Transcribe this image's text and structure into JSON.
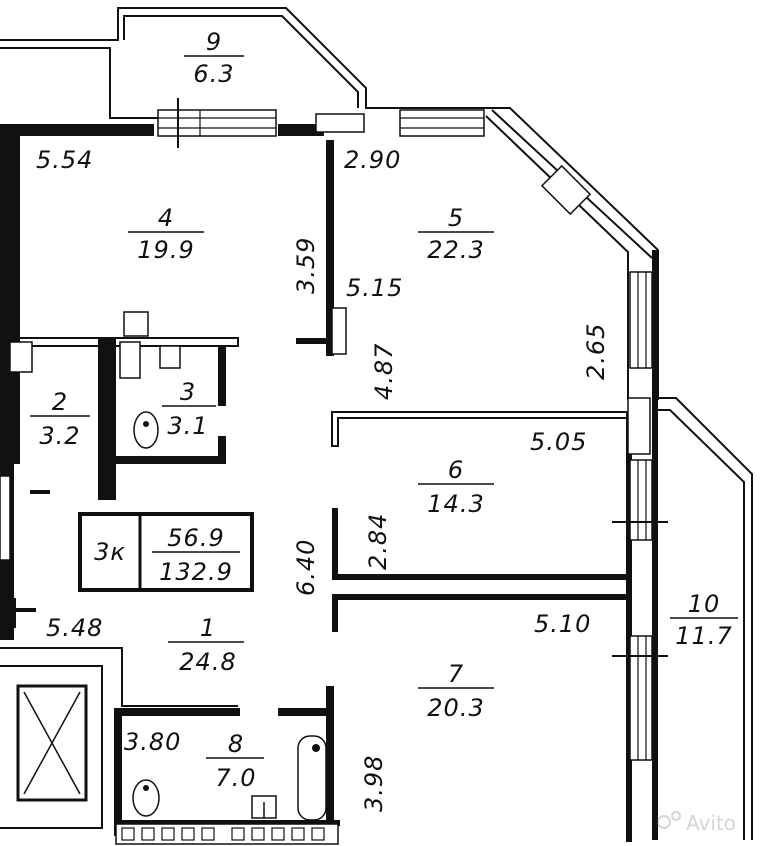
{
  "apartment": {
    "rooms_label": "3к",
    "living_area": "56.9",
    "total_area": "132.9"
  },
  "rooms": [
    {
      "id": "1",
      "area": "24.8"
    },
    {
      "id": "2",
      "area": "3.2"
    },
    {
      "id": "3",
      "area": "3.1"
    },
    {
      "id": "4",
      "area": "19.9"
    },
    {
      "id": "5",
      "area": "22.3"
    },
    {
      "id": "6",
      "area": "14.3"
    },
    {
      "id": "7",
      "area": "20.3"
    },
    {
      "id": "8",
      "area": "7.0"
    },
    {
      "id": "9",
      "area": "6.3"
    },
    {
      "id": "10",
      "area": "11.7"
    }
  ],
  "dimensions": {
    "room4_width": "5.54",
    "room5_width": "2.90",
    "room4_depth": "3.59",
    "room5_inner": "5.15",
    "room5_side": "2.65",
    "room5_depth": "4.87",
    "room6_width": "5.05",
    "room6_depth": "2.84",
    "hall_depth": "6.40",
    "hall_width": "5.48",
    "room7_width": "5.10",
    "room7_depth": "3.98",
    "bath_width": "3.80"
  },
  "watermark": "Avito"
}
